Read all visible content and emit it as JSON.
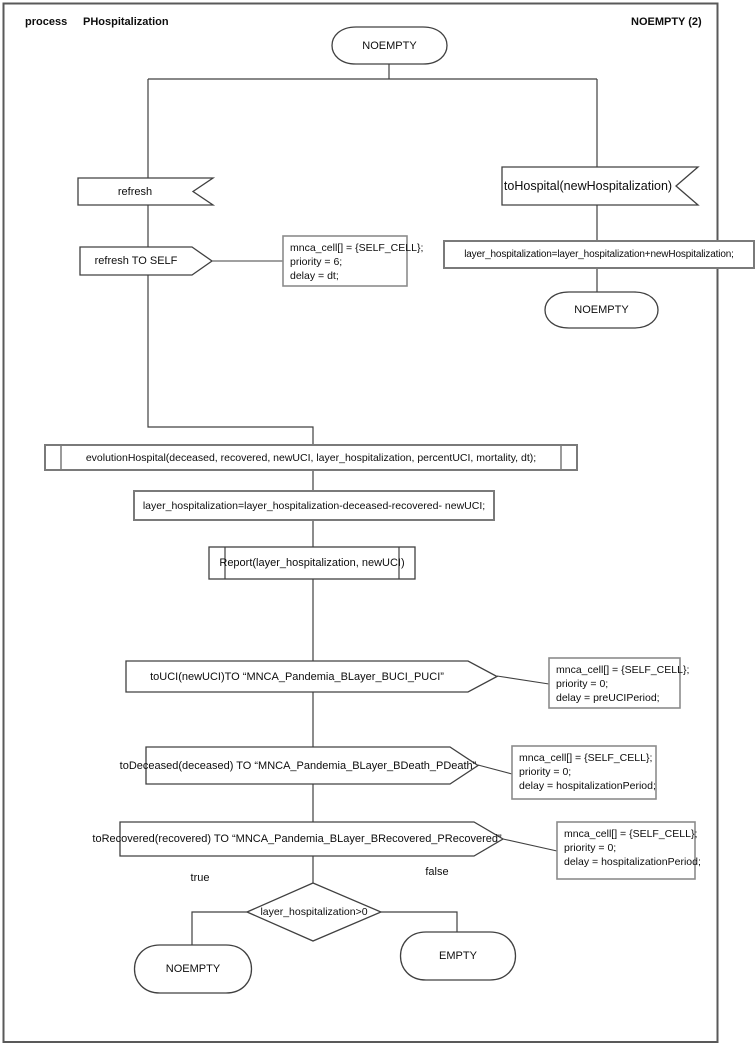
{
  "header": {
    "keyword": "process",
    "name": "PHospitalization",
    "page": "NOEMPTY (2)"
  },
  "nodes": {
    "start_state": "NOEMPTY",
    "refresh_input": "refresh",
    "refresh_output": "refresh TO SELF",
    "refresh_comment": {
      "l1": "mnca_cell[] = {SELF_CELL};",
      "l2": "priority = 6;",
      "l3": "delay = dt;"
    },
    "tohospital_input": "toHospital(newHospitalization)",
    "add_task": "layer_hospitalization=layer_hospitalization+newHospitalization;",
    "right_state": "NOEMPTY",
    "evolution_call": "evolutionHospital(deceased, recovered, newUCI, layer_hospitalization, percentUCI, mortality, dt);",
    "update_task": "layer_hospitalization=layer_hospitalization-deceased-recovered- newUCI;",
    "report_call": "Report(layer_hospitalization, newUCI)",
    "uci_output": "toUCI(newUCI)TO “MNCA_Pandemia_BLayer_BUCI_PUCI”",
    "uci_comment": {
      "l1": "mnca_cell[] = {SELF_CELL};",
      "l2": "priority = 0;",
      "l3": "delay = preUCIPeriod;"
    },
    "deceased_output": "toDeceased(deceased) TO “MNCA_Pandemia_BLayer_BDeath_PDeath”",
    "deceased_comment": {
      "l1": "mnca_cell[] = {SELF_CELL};",
      "l2": "priority = 0;",
      "l3": "delay = hospitalizationPeriod;"
    },
    "recovered_output": "toRecovered(recovered) TO “MNCA_Pandemia_BLayer_BRecovered_PRecovered”",
    "recovered_comment": {
      "l1": "mnca_cell[] = {SELF_CELL};",
      "l2": "priority = 0;",
      "l3": "delay = hospitalizationPeriod;"
    },
    "decision_condition": "layer_hospitalization>0",
    "true_label": "true",
    "false_label": "false",
    "true_state": "NOEMPTY",
    "false_state": "EMPTY"
  },
  "colors": {
    "shape_stroke": "#404040",
    "task_stroke": "#7a7a7a",
    "comment_stroke": "#8c8c8c",
    "frame_stroke": "#595959",
    "background": "#ffffff"
  }
}
